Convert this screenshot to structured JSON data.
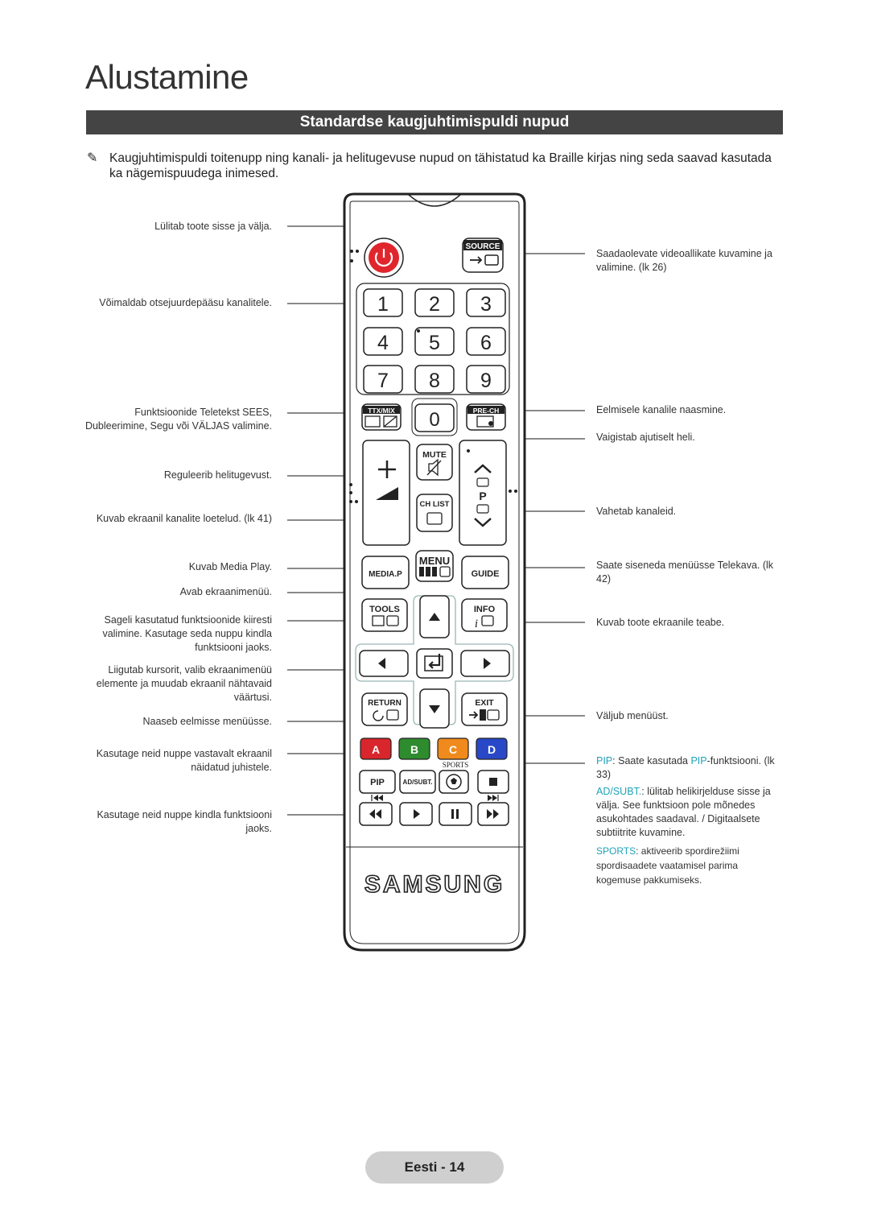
{
  "page": {
    "title": "Alustamine",
    "section": "Standardse kaugjuhtimispuldi nupud"
  },
  "note": {
    "icon": "pencil-icon",
    "text": "Kaugjuhtimispuldi toitenupp ning kanali- ja helitugevuse nupud on tähistatud ka Braille kirjas ning seda saavad kasutada ka nägemispuudega inimesed."
  },
  "left_labels": [
    "Lülitab toote sisse ja välja.",
    "Võimaldab otsejuurdepääsu kanalitele.",
    "Funktsioonide Teletekst SEES, Dubleerimine, Segu või VÄLJAS valimine.",
    "Reguleerib helitugevust.",
    "Kuvab ekraanil kanalite loetelud. (lk 41)",
    "Kuvab Media Play.",
    "Avab ekraanimenüü.",
    "Sageli kasutatud funktsioonide kiiresti valimine. Kasutage seda nuppu kindla funktsiooni jaoks.",
    "Liigutab kursorit, valib ekraanimenüü elemente ja muudab ekraanil nähtavaid väärtusi.",
    "Naaseb eelmisse menüüsse.",
    "Kasutage neid nuppe vastavalt ekraanil näidatud juhistele.",
    "Kasutage neid nuppe kindla funktsiooni jaoks."
  ],
  "right_labels": {
    "source": "Saadaolevate videoallikate kuvamine ja valimine. (lk 26)",
    "prech": "Eelmisele kanalile naasmine.",
    "mute": "Vaigistab ajutiselt heli.",
    "channel": "Vahetab kanaleid.",
    "guide": "Saate siseneda menüüsse Telekava. (lk 42)",
    "info": "Kuvab toote ekraanile teabe.",
    "exit": "Väljub menüüst.",
    "pip_kw1": "PIP",
    "pip_mid": ": Saate kasutada ",
    "pip_kw2": "PIP",
    "pip_end": "-funktsiooni. (lk 33)",
    "adsubt_kw": "AD/SUBT.",
    "adsubt_text": ": lülitab helikirjelduse sisse ja välja. See funktsioon pole mõnedes asukohtades saadaval. / Digitaalsete subtiitrite kuvamine.",
    "sports_kw": "SPORTS",
    "sports_text": ": aktiveerib spordirežiimi spordisaadete vaatamisel parima kogemuse pakkumiseks."
  },
  "remote": {
    "source": "SOURCE",
    "digits": [
      "1",
      "2",
      "3",
      "4",
      "5",
      "6",
      "7",
      "8",
      "9",
      "0"
    ],
    "ttx": "TTX/MIX",
    "prech": "PRE-CH",
    "mute": "MUTE",
    "chlist": "CH LIST",
    "ch_p": "P",
    "mediap": "MEDIA.P",
    "menu": "MENU",
    "guide": "GUIDE",
    "tools": "TOOLS",
    "info": "INFO",
    "return": "RETURN",
    "exit": "EXIT",
    "colors": [
      "A",
      "B",
      "C",
      "D"
    ],
    "color_hex": [
      "#d8262c",
      "#2e8b2e",
      "#f08a1c",
      "#2948c8"
    ],
    "sports": "SPORTS",
    "pip": "PIP",
    "adsubt": "AD/SUBT.",
    "brand": "SAMSUNG"
  },
  "footer": {
    "label": "Eesti - 14"
  }
}
